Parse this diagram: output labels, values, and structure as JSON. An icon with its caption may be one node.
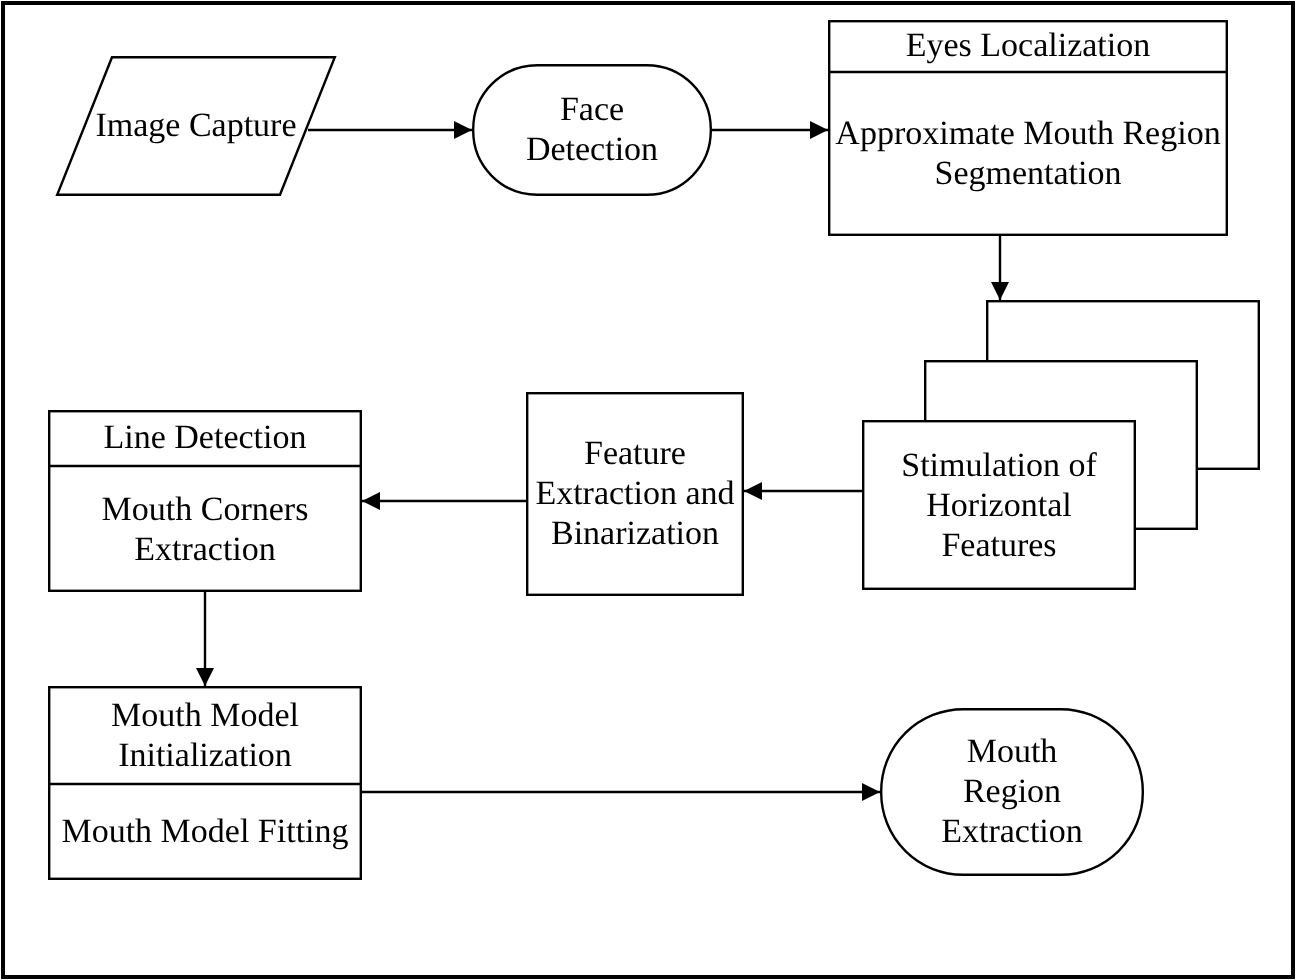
{
  "diagram": {
    "nodes": [
      {
        "text": [
          "Image Capture"
        ]
      },
      {
        "text": [
          "Face Detection"
        ]
      },
      {
        "text": [
          "Eyes Localization",
          "Approximate Mouth Region Segmentation"
        ]
      },
      {
        "text": [
          "Stimulation of Horizontal Features"
        ]
      },
      {
        "text": [
          "Feature Extraction and Binarization"
        ]
      },
      {
        "text": [
          "Line Detection",
          "Mouth Corners Extraction"
        ]
      },
      {
        "text": [
          "Mouth Model Initialization",
          "Mouth Model Fitting"
        ]
      },
      {
        "text": [
          "Mouth Region Extraction"
        ]
      }
    ],
    "edges": [
      {
        "from": 0,
        "to": 1,
        "arrow": "to"
      },
      {
        "from": 1,
        "to": 2,
        "arrow": "to"
      },
      {
        "from": 2,
        "to": 3,
        "arrow": "to"
      },
      {
        "from": 3,
        "to": 4,
        "arrow": "to"
      },
      {
        "from": 4,
        "to": 5,
        "arrow": "to"
      },
      {
        "from": 5,
        "to": 6,
        "arrow": "to"
      },
      {
        "from": 6,
        "to": 7,
        "arrow": "to"
      }
    ]
  }
}
